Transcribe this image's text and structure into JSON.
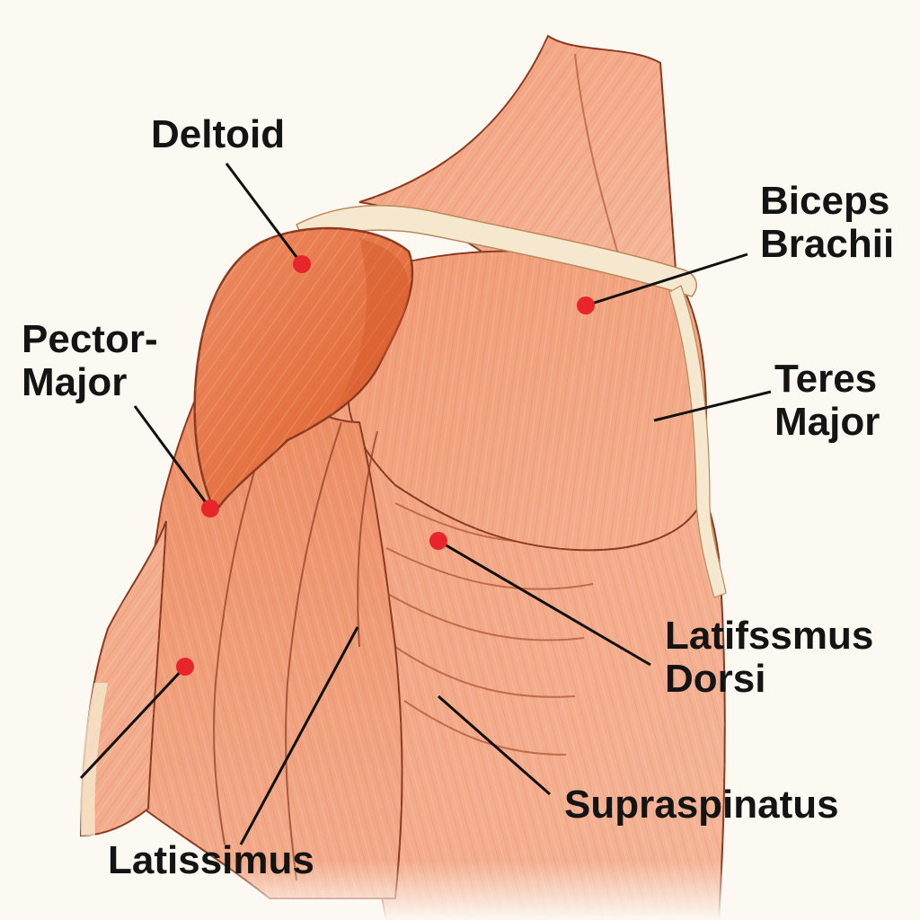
{
  "labels": {
    "deltoid": "Deltoid",
    "biceps_line1": "Biceps",
    "biceps_line2": "Brachii",
    "pector_line1": "Pector-",
    "pector_line2": "Major",
    "teres_line1": "Teres",
    "teres_line2": "Major",
    "latifssmus_line1": "Latifssmus",
    "latifssmus_line2": "Dorsi",
    "supraspinatus": "Supraspinatus",
    "latissimus": "Latissimus"
  },
  "colors": {
    "background": "#fcf8f2",
    "muscle_light": "#f4a887",
    "muscle_mid": "#ec8a62",
    "muscle_dark": "#e06a40",
    "tendon": "#f5e8cf",
    "outline": "#8a3a20",
    "marker": "#e8252a",
    "leader_line": "#111111"
  }
}
